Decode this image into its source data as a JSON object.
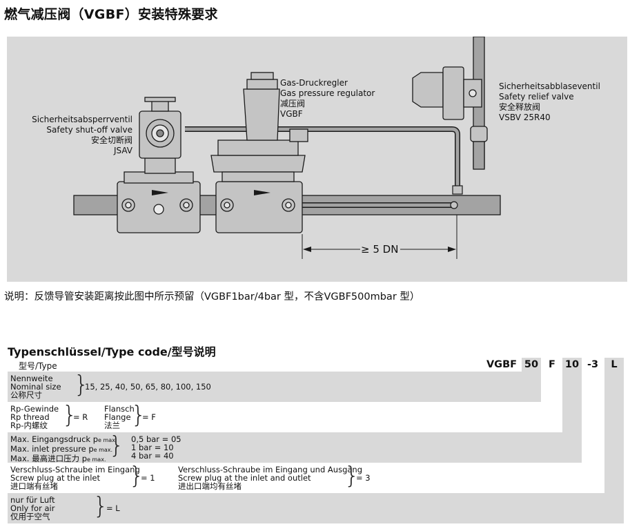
{
  "title": "燃气减压阀（VGBF）安装特殊要求",
  "diagram": {
    "labels": {
      "shutoff": [
        "Sicherheitsabsperrventil",
        "Safety shut-off valve",
        "安全切断阀",
        "JSAV"
      ],
      "regulator": [
        "Gas-Druckregler",
        "Gas pressure regulator",
        "减压阀",
        "VGBF"
      ],
      "relief": [
        "Sicherheitsabblaseventil",
        "Safety relief valve",
        "安全释放阀",
        "VSBV 25R40"
      ],
      "distance": "≥ 5 DN"
    },
    "colors": {
      "background": "#d9d9d9",
      "pipe": "#a3a3a3",
      "body": "#c4c4c4",
      "outline": "#1a1a1a"
    }
  },
  "note": "说明：反馈导管安装距离按此图中所示预留（VGBF1bar/4bar 型，不含VGBF500mbar 型）",
  "typecode": {
    "title": "Typenschlüssel/Type code/型号说明",
    "subtitle": "型号/Type",
    "codes": [
      "VGBF",
      "50",
      "F",
      "10",
      "-3",
      "L"
    ],
    "rows": {
      "size": {
        "labels": [
          "Nennweite",
          "Nominal size",
          "公称尺寸"
        ],
        "values": "15, 25, 40, 50, 65, 80, 100, 150"
      },
      "connection": {
        "thread_labels": [
          "Rp-Gewinde",
          "Rp thread",
          "Rp-内螺纹"
        ],
        "thread_value": "= R",
        "flange_labels": [
          "Flansch",
          "Flange",
          "法兰"
        ],
        "flange_value": "= F"
      },
      "pressure": {
        "labels": [
          "Max. Eingangsdruck p",
          "Max. inlet pressure p",
          "Max. 最高进口压力 p"
        ],
        "sub": "e max",
        "sub2": "e max.",
        "values": [
          "0,5 bar = 05",
          "1 bar = 10",
          "4 bar = 40"
        ]
      },
      "plug": {
        "inlet_labels": [
          "Verschluss-Schraube im Eingang",
          "Screw plug at the inlet",
          "进口端有丝堵"
        ],
        "inlet_value": "= 1",
        "both_labels": [
          "Verschluss-Schraube im Eingang und Ausgang",
          "Screw plug at the inlet and outlet",
          "进出口端均有丝堵"
        ],
        "both_value": "= 3"
      },
      "air": {
        "labels": [
          "nur für Luft",
          "Only for air",
          "仅用于空气"
        ],
        "value": "= L"
      }
    }
  }
}
